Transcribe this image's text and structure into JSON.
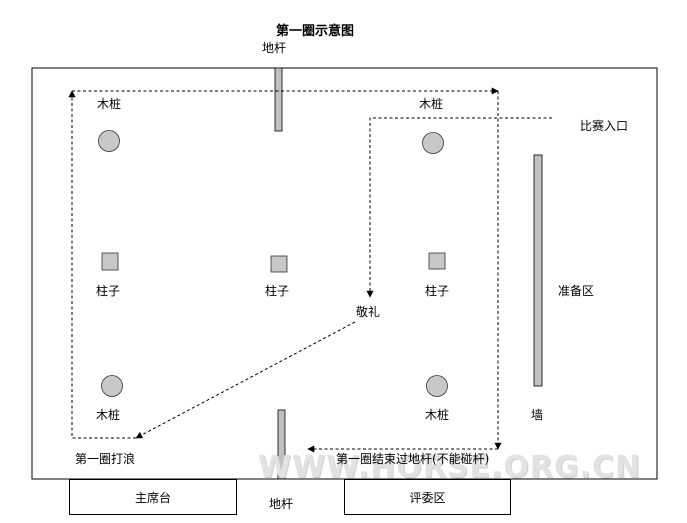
{
  "title": "第一圈示意图",
  "labels": {
    "pole_top": "地杆",
    "pole_bottom": "地杆",
    "post_tl": "木桩",
    "post_tr": "木桩",
    "post_bl": "木桩",
    "post_br": "木桩",
    "pillar_l": "柱子",
    "pillar_m": "柱子",
    "pillar_r": "柱子",
    "entry": "比赛入口",
    "prep": "准备区",
    "wall": "墙",
    "salute": "敬礼",
    "wave": "第一圈打浪",
    "end": "第一圈结束过地杆(不能碰杆)"
  },
  "boxes": {
    "main_stand": "主席台",
    "judges": "评委区"
  },
  "watermark": "WWW.HORSE.ORG.CN",
  "colors": {
    "post_fill": "#c8c8c8",
    "pole_fill": "#c0c0c0",
    "line": "#000000"
  }
}
